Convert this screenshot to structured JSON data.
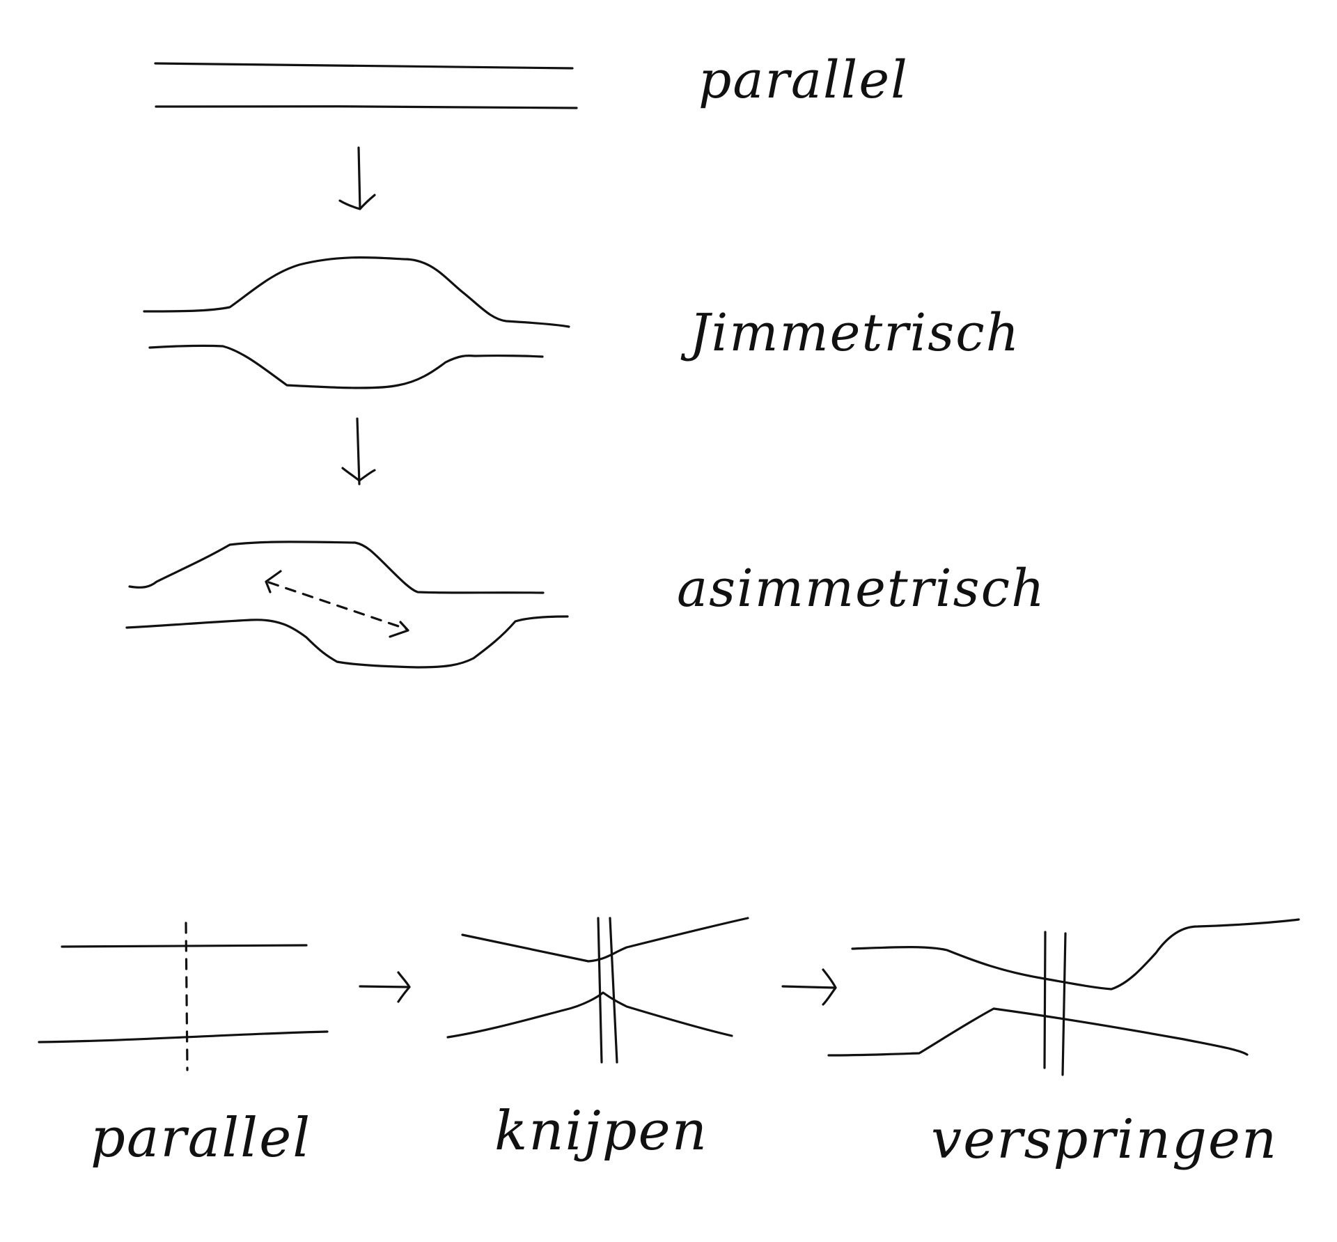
{
  "labels": {
    "top_parallel": "parallel",
    "symmetric": "Jimmetrisch",
    "asymmetric": "asimmetrisch",
    "bottom_parallel": "parallel",
    "pinch": "knijpen",
    "shift": "verspringen"
  },
  "colors": {
    "ink": "#111111",
    "paper": "#ffffff"
  }
}
